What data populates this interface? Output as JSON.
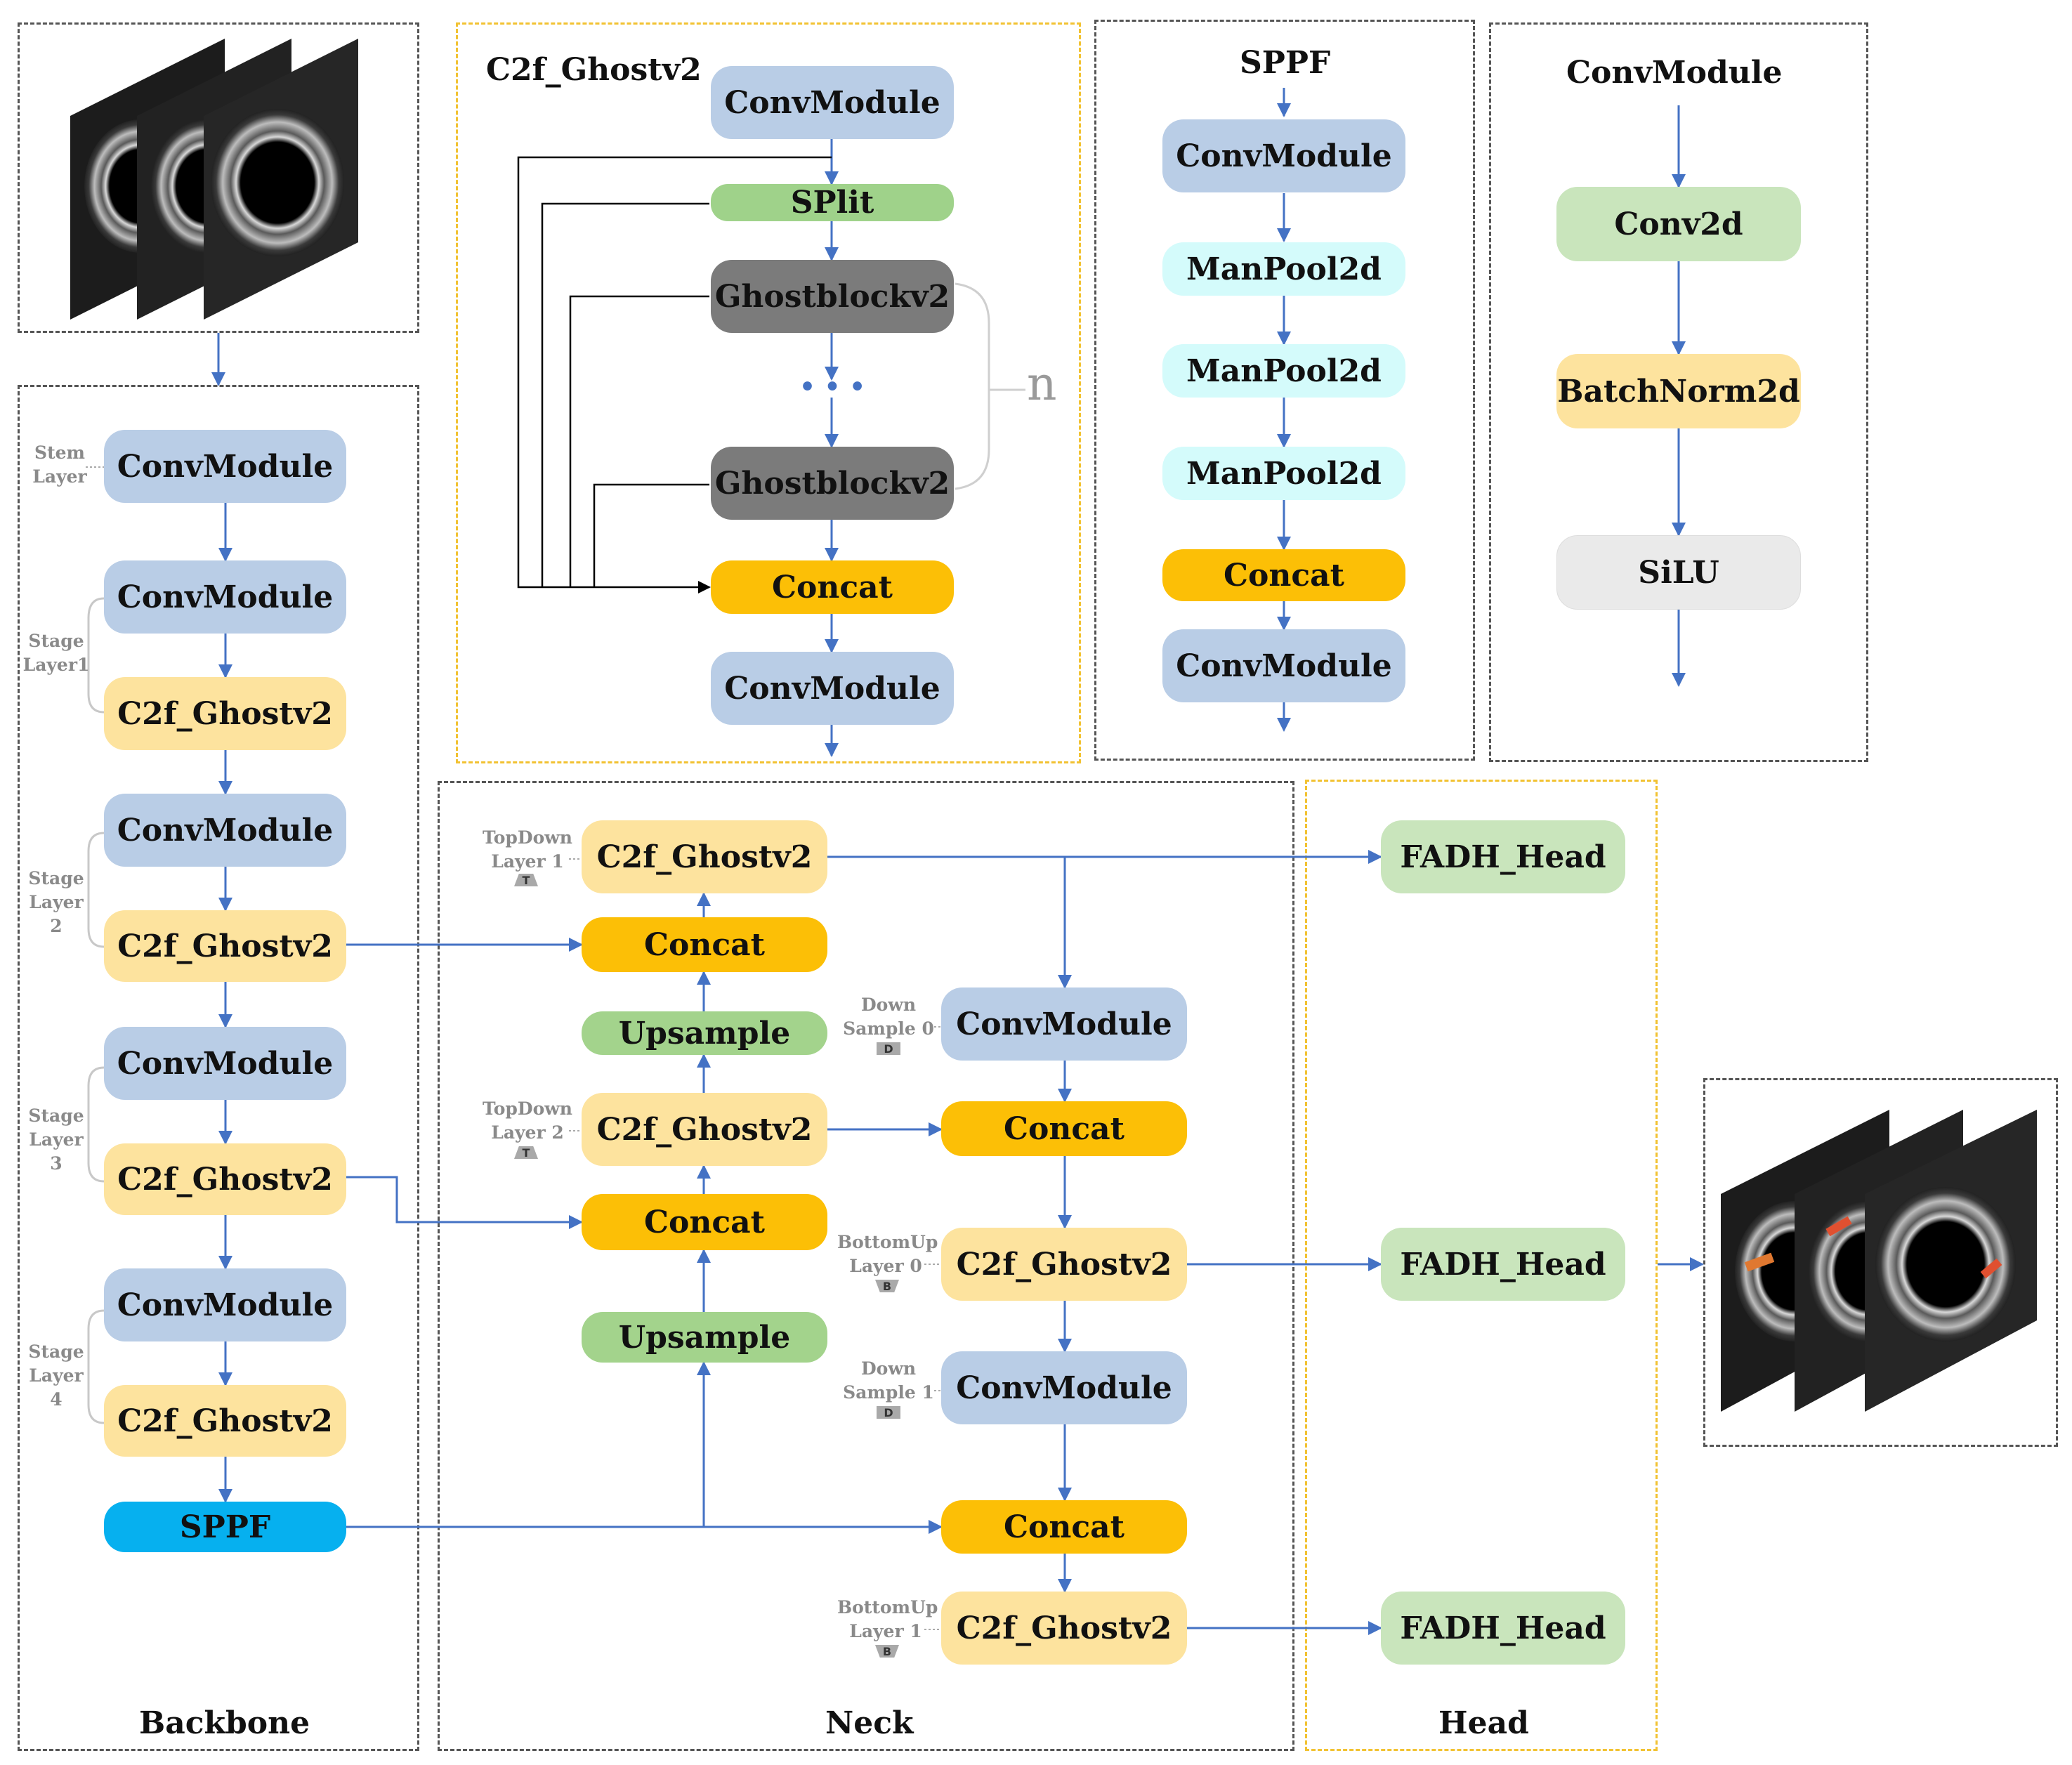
{
  "backbone": {
    "title": "Backbone",
    "stem_label": "Stem\nLayer",
    "stage1_label": "Stage\nLayer1",
    "stage2_label": "Stage\nLayer 2",
    "stage3_label": "Stage\nLayer 3",
    "stage4_label": "Stage\nLayer 4",
    "nodes": [
      "ConvModule",
      "ConvModule",
      "C2f_Ghostv2",
      "ConvModule",
      "C2f_Ghostv2",
      "ConvModule",
      "C2f_Ghostv2",
      "ConvModule",
      "C2f_Ghostv2",
      "SPPF"
    ]
  },
  "c2f_block": {
    "title": "C2f_Ghostv2",
    "conv_top": "ConvModule",
    "split": "SPlit",
    "ghost1": "Ghostblockv2",
    "ellipsis": "• • •",
    "ghost2": "Ghostblockv2",
    "concat": "Concat",
    "conv_bottom": "ConvModule",
    "repeat": "n"
  },
  "sppf_block": {
    "title": "SPPF",
    "nodes": [
      "ConvModule",
      "ManPool2d",
      "ManPool2d",
      "ManPool2d",
      "Concat",
      "ConvModule"
    ]
  },
  "conv_block": {
    "title": "ConvModule",
    "nodes": [
      "Conv2d",
      "BatchNorm2d",
      "SiLU"
    ]
  },
  "neck": {
    "title": "Neck",
    "topdown1_label": "TopDown\nLayer 1",
    "topdown2_label": "TopDown\nLayer 2",
    "down0_label": "Down\nSample 0",
    "down1_label": "Down\nSample 1",
    "bottomup0_label": "BottomUp\nLayer 0",
    "bottomup1_label": "BottomUp\nLayer 1",
    "badge_t": "T",
    "badge_d": "D",
    "badge_b": "B",
    "td1": "C2f_Ghostv2",
    "concat1": "Concat",
    "upsample1": "Upsample",
    "td2": "C2f_Ghostv2",
    "concat2": "Concat",
    "upsample2": "Upsample",
    "down0": "ConvModule",
    "concat3": "Concat",
    "bu0": "C2f_Ghostv2",
    "down1": "ConvModule",
    "concat4": "Concat",
    "bu1": "C2f_Ghostv2"
  },
  "head": {
    "title": "Head",
    "nodes": [
      "FADH_Head",
      "FADH_Head",
      "FADH_Head"
    ]
  }
}
